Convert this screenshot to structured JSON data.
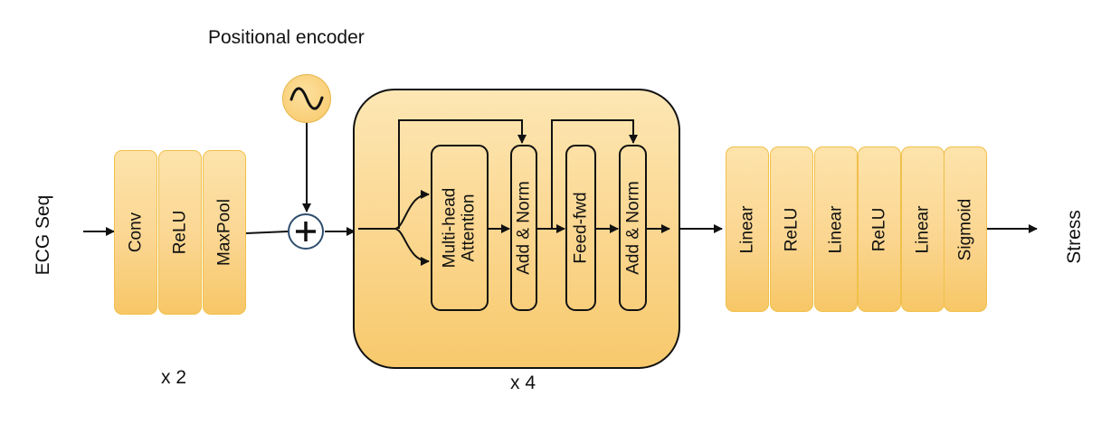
{
  "title": "Positional encoder",
  "input_label": "ECG Seq",
  "output_label": "Stress",
  "conv_stack": {
    "blocks": [
      "Conv",
      "ReLU",
      "MaxPool"
    ],
    "repeat": "x 2"
  },
  "transformer": {
    "attention": [
      "Multi-head",
      "Attention"
    ],
    "add_norm_1": "Add & Norm",
    "feed_forward": "Feed-fwd",
    "add_norm_2": "Add & Norm",
    "repeat": "x 4"
  },
  "head_blocks": [
    "Linear",
    "ReLU",
    "Linear",
    "ReLU",
    "Linear",
    "Sigmoid"
  ],
  "icons": {
    "encoder": "sine-wave-icon",
    "adder": "plus-icon"
  },
  "colors": {
    "block_fill": "#fbd691",
    "block_border": "#f0c049",
    "adder_border": "#2e4d6e",
    "line": "#111111"
  }
}
